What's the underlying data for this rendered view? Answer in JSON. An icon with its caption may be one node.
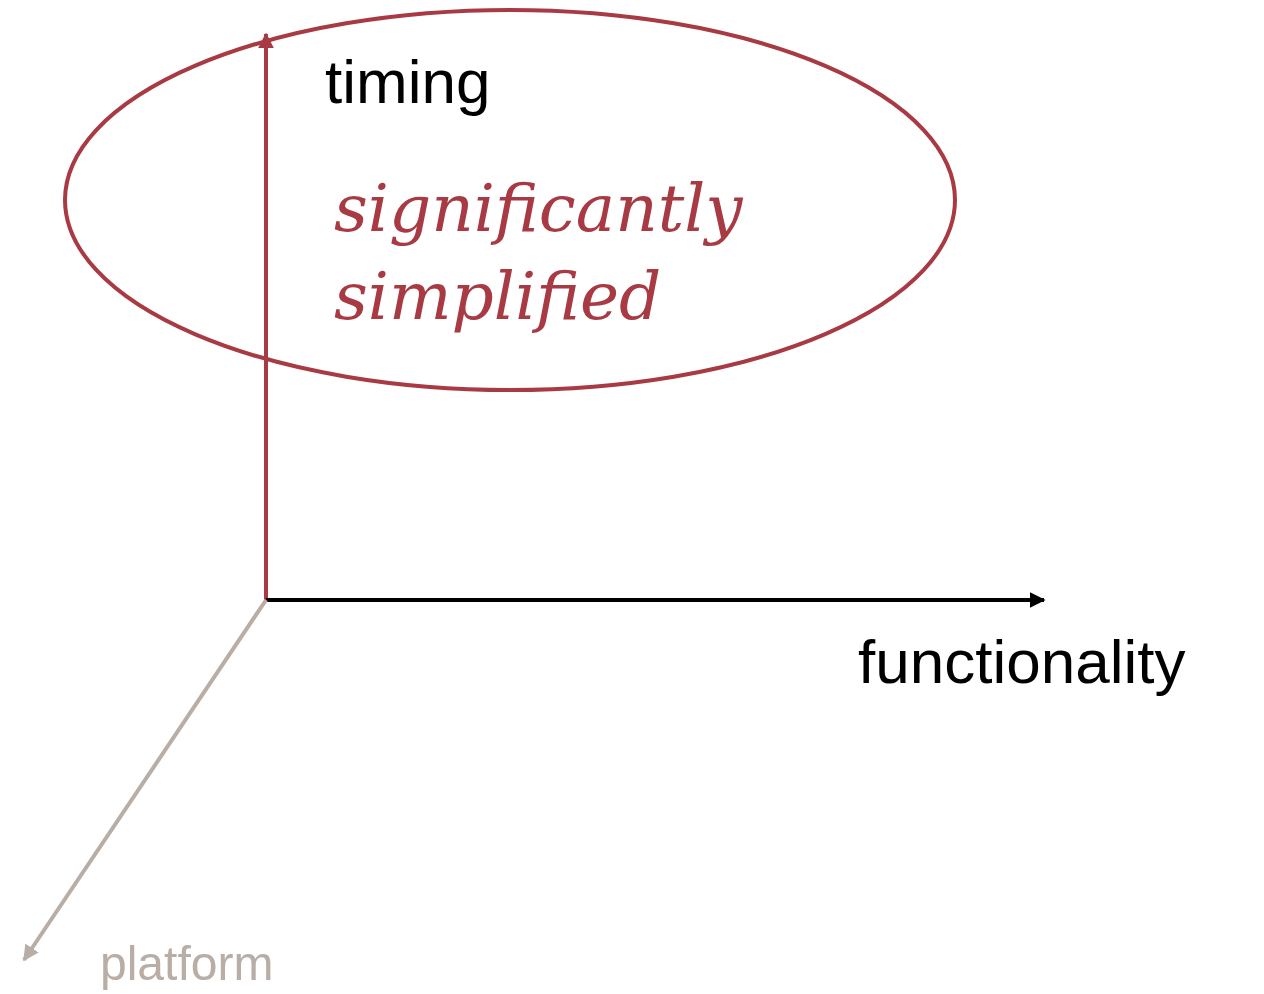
{
  "diagram": {
    "nodes": [
      {
        "text": [
          "significantly simplified"
        ]
      }
    ],
    "labels": [
      "timing",
      "functionality",
      "platform"
    ]
  }
}
